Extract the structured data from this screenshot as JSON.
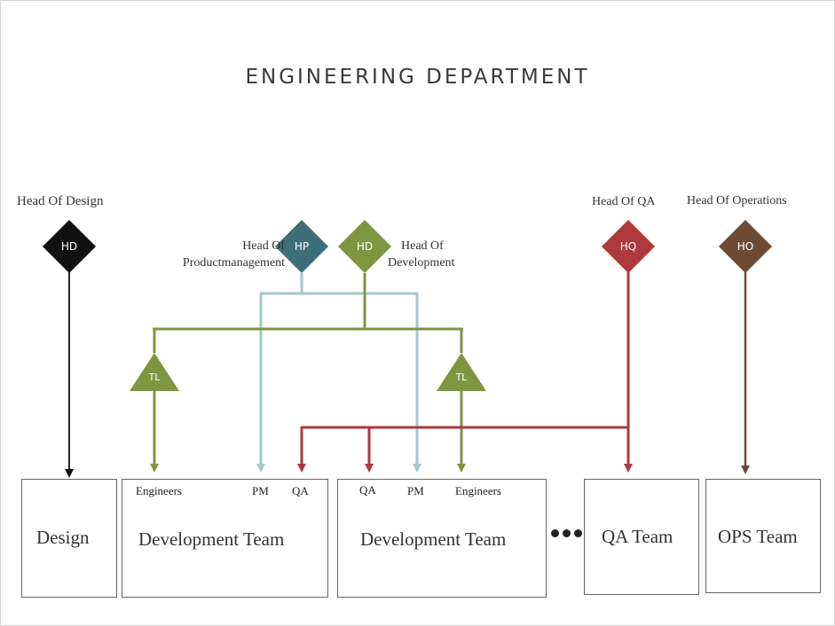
{
  "title": "ENGINEERING DEPARTMENT",
  "colors": {
    "design": "#111111",
    "product": "#3e6e78",
    "product_line": "#a7c6c8",
    "development": "#7f9640",
    "qa": "#b0393d",
    "operations": "#6e4a35",
    "tl": "#7f9640"
  },
  "heads": {
    "design": {
      "label": "Head Of Design",
      "code": "HD"
    },
    "product": {
      "label_line1": "Head Of",
      "label_line2": "Productmanagement",
      "code": "HP"
    },
    "development": {
      "label_line1": "Head Of",
      "label_line2": "Development",
      "code": "HD"
    },
    "qa": {
      "label": "Head Of QA",
      "code": "HQ"
    },
    "operations": {
      "label": "Head Of Operations",
      "code": "HO"
    }
  },
  "team_leads": [
    {
      "code": "TL"
    },
    {
      "code": "TL"
    }
  ],
  "teams": {
    "design": {
      "name": "Design"
    },
    "dev1": {
      "name": "Development Team",
      "roles": [
        "Engineers",
        "PM",
        "QA"
      ]
    },
    "dev2": {
      "name": "Development Team",
      "roles": [
        "QA",
        "PM",
        "Engineers"
      ]
    },
    "qa": {
      "name": "QA Team"
    },
    "ops": {
      "name": "OPS Team"
    }
  }
}
